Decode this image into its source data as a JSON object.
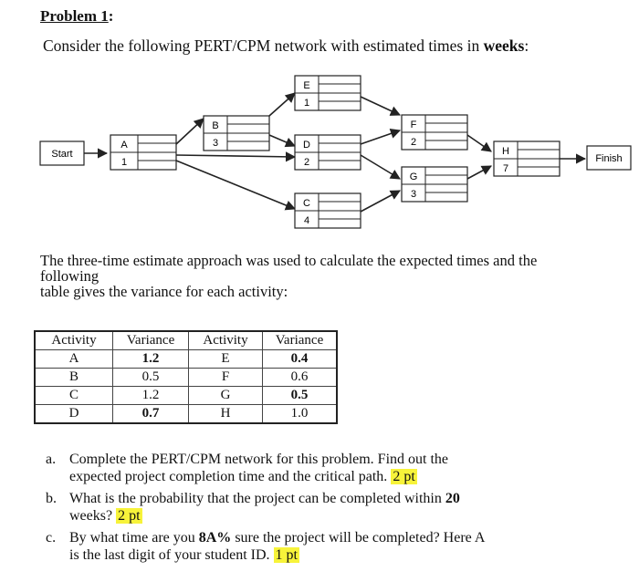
{
  "header": {
    "problem_label": "Problem 1",
    "colon": ":",
    "intro_prefix": "Consider the following PERT/CPM network with estimated times in ",
    "intro_bold": "weeks",
    "intro_suffix": ":"
  },
  "network": {
    "start_label": "Start",
    "finish_label": "Finish",
    "nodes": [
      {
        "id": "A",
        "time": "1"
      },
      {
        "id": "B",
        "time": "3"
      },
      {
        "id": "C",
        "time": "4"
      },
      {
        "id": "D",
        "time": "2"
      },
      {
        "id": "E",
        "time": "1"
      },
      {
        "id": "F",
        "time": "2"
      },
      {
        "id": "G",
        "time": "3"
      },
      {
        "id": "H",
        "time": "7"
      }
    ]
  },
  "paragraph": {
    "line1": "The three-time estimate approach was used to calculate the expected times and the",
    "line2": "following",
    "line3": "table gives the variance for each activity:"
  },
  "variance_table": {
    "headers": [
      "Activity",
      "Variance",
      "Activity",
      "Variance"
    ],
    "rows": [
      [
        "A",
        "1.2",
        "E",
        "0.4"
      ],
      [
        "B",
        "0.5",
        "F",
        "0.6"
      ],
      [
        "C",
        "1.2",
        "G",
        "0.5"
      ],
      [
        "D",
        "0.7",
        "H",
        "1.0"
      ]
    ]
  },
  "questions": {
    "a": {
      "marker": "a.",
      "line1": "Complete the PERT/CPM network for this problem. Find out the",
      "line2": "expected project completion time and the critical path.",
      "points": "2 pt"
    },
    "b": {
      "marker": "b.",
      "line1_prefix": "What is the probability that the project can be completed within ",
      "line1_bold": "20",
      "line2": "weeks?",
      "points": "2 pt"
    },
    "c": {
      "marker": "c.",
      "line1_prefix": "By what time are you ",
      "line1_bold": "8A%",
      "line1_suffix": " sure the project will be completed? Here A",
      "line2": "is the last digit of your student ID.",
      "points": "1 pt"
    }
  },
  "colors": {
    "highlight": "#f7f33a",
    "lines": "#222222"
  }
}
